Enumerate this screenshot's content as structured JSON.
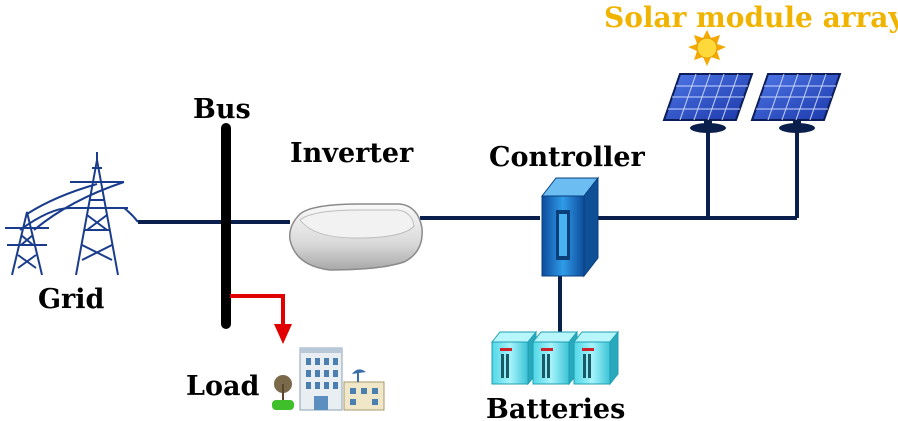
{
  "labels": {
    "solar_array": "Solar module array",
    "bus": "Bus",
    "inverter": "Inverter",
    "controller": "Controller",
    "grid": "Grid",
    "load": "Load",
    "batteries": "Batteries"
  },
  "colors": {
    "wire": "#0b1f4d",
    "bus_bar": "#000000",
    "load_arrow": "#e00000",
    "solar_label": "#f0b400",
    "solar_panel": "#2a50c8",
    "controller": "#1e7fd6",
    "battery": "#6fe6f2",
    "tower": "#1a3c8c"
  },
  "icons": {
    "sun": "sun-icon",
    "grid": "transmission-tower-icon",
    "inverter": "inverter-icon",
    "controller": "controller-icon",
    "batteries": "battery-icon",
    "load": "buildings-icon",
    "solar": "solar-panel-icon"
  }
}
